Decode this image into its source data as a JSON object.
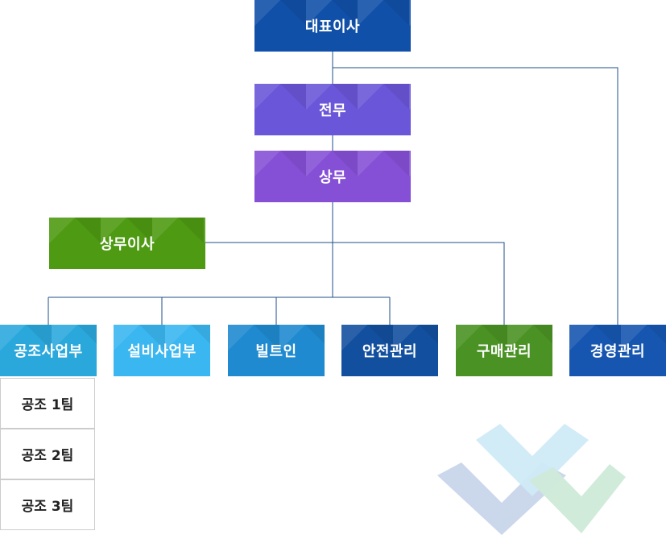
{
  "org": {
    "ceo": {
      "label": "대표이사",
      "color": "#1150a8"
    },
    "vp": {
      "label": "전무",
      "color": "#6a56d8"
    },
    "md": {
      "label": "상무",
      "color": "#8550d6"
    },
    "director": {
      "label": "상무이사",
      "color": "#4e9a12"
    },
    "departments": [
      {
        "label": "공조사업부",
        "color": "#2aa8dc"
      },
      {
        "label": "설비사업부",
        "color": "#3ab6f0"
      },
      {
        "label": "빌트인",
        "color": "#1f8ad0"
      },
      {
        "label": "안전관리",
        "color": "#124f9e"
      },
      {
        "label": "구매관리",
        "color": "#4a9224"
      },
      {
        "label": "경영관리",
        "color": "#1656b0"
      }
    ],
    "teams": [
      "공조 1팀",
      "공조 2팀",
      "공조 3팀"
    ]
  }
}
